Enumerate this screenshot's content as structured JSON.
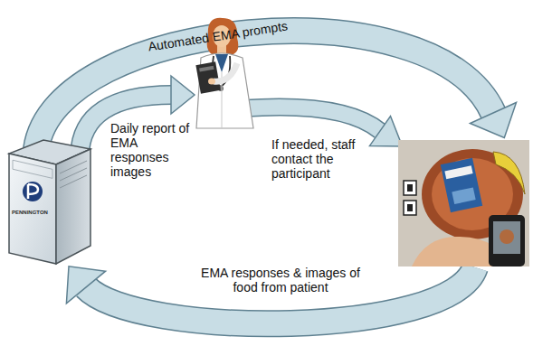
{
  "diagram": {
    "labels": [
      "Automated EMA prompts",
      "Daily report of EMA responses images",
      "If needed, staff contact the participant",
      "EMA responses & images of food from patient",
      "PENNINGTON"
    ]
  }
}
